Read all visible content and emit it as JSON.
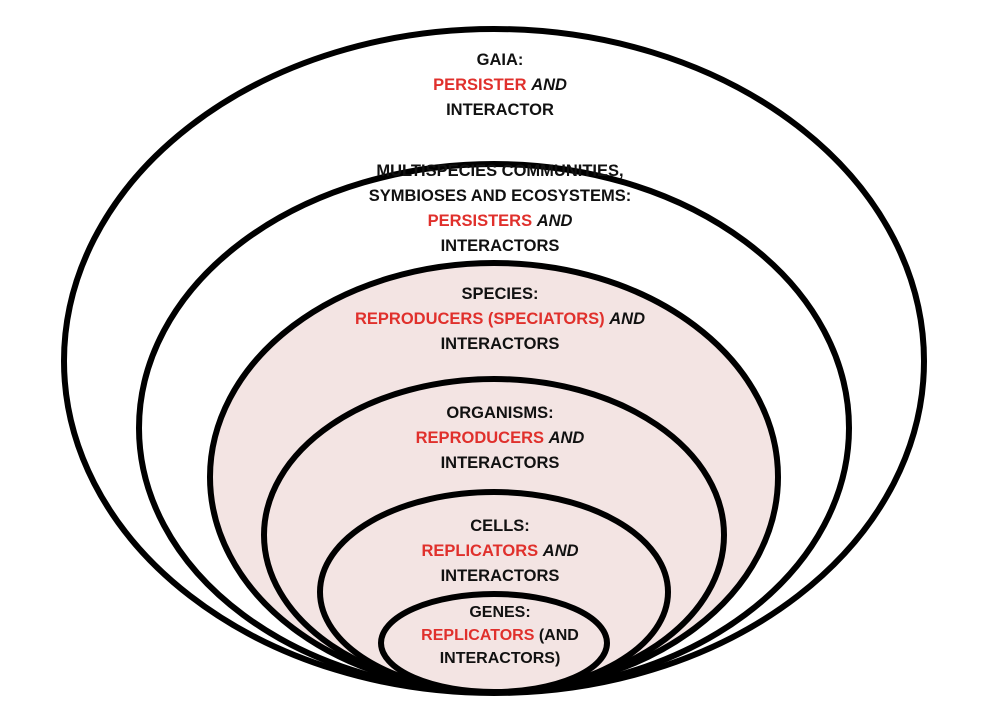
{
  "colors": {
    "outline": "#000000",
    "fill_white": "#ffffff",
    "fill_pink": "#f3e4e3",
    "accent_red": "#e0302c"
  },
  "levels": [
    {
      "id": "gaia",
      "title": "GAIA:",
      "lines": [
        {
          "red": "PERSISTER",
          "rest": "AND",
          "rest_italic": true
        },
        {
          "text": "INTERACTOR"
        }
      ],
      "fill": "white"
    },
    {
      "id": "communities",
      "title": "MULTISPECIES COMMUNITIES,",
      "title2": "SYMBIOSES AND ECOSYSTEMS:",
      "lines": [
        {
          "red": "PERSISTERS",
          "rest": "AND",
          "rest_italic": true
        },
        {
          "text": "INTERACTORS"
        }
      ],
      "fill": "white"
    },
    {
      "id": "species",
      "title": "SPECIES:",
      "lines": [
        {
          "red": "REPRODUCERS (SPECIATORS)",
          "rest": "AND",
          "rest_italic": true
        },
        {
          "text": "INTERACTORS"
        }
      ],
      "fill": "pink"
    },
    {
      "id": "organisms",
      "title": "ORGANISMS:",
      "lines": [
        {
          "red": "REPRODUCERS",
          "rest": "AND",
          "rest_italic": true
        },
        {
          "text": "INTERACTORS"
        }
      ],
      "fill": "pink"
    },
    {
      "id": "cells",
      "title": "CELLS:",
      "lines": [
        {
          "red": "REPLICATORS",
          "rest": "AND",
          "rest_italic": true
        },
        {
          "text": "INTERACTORS"
        }
      ],
      "fill": "pink"
    },
    {
      "id": "genes",
      "title": "GENES:",
      "lines": [
        {
          "red": "REPLICATORS",
          "rest": "(AND",
          "rest_italic": false
        },
        {
          "text": "INTERACTORS)"
        }
      ],
      "fill": "pink"
    }
  ]
}
